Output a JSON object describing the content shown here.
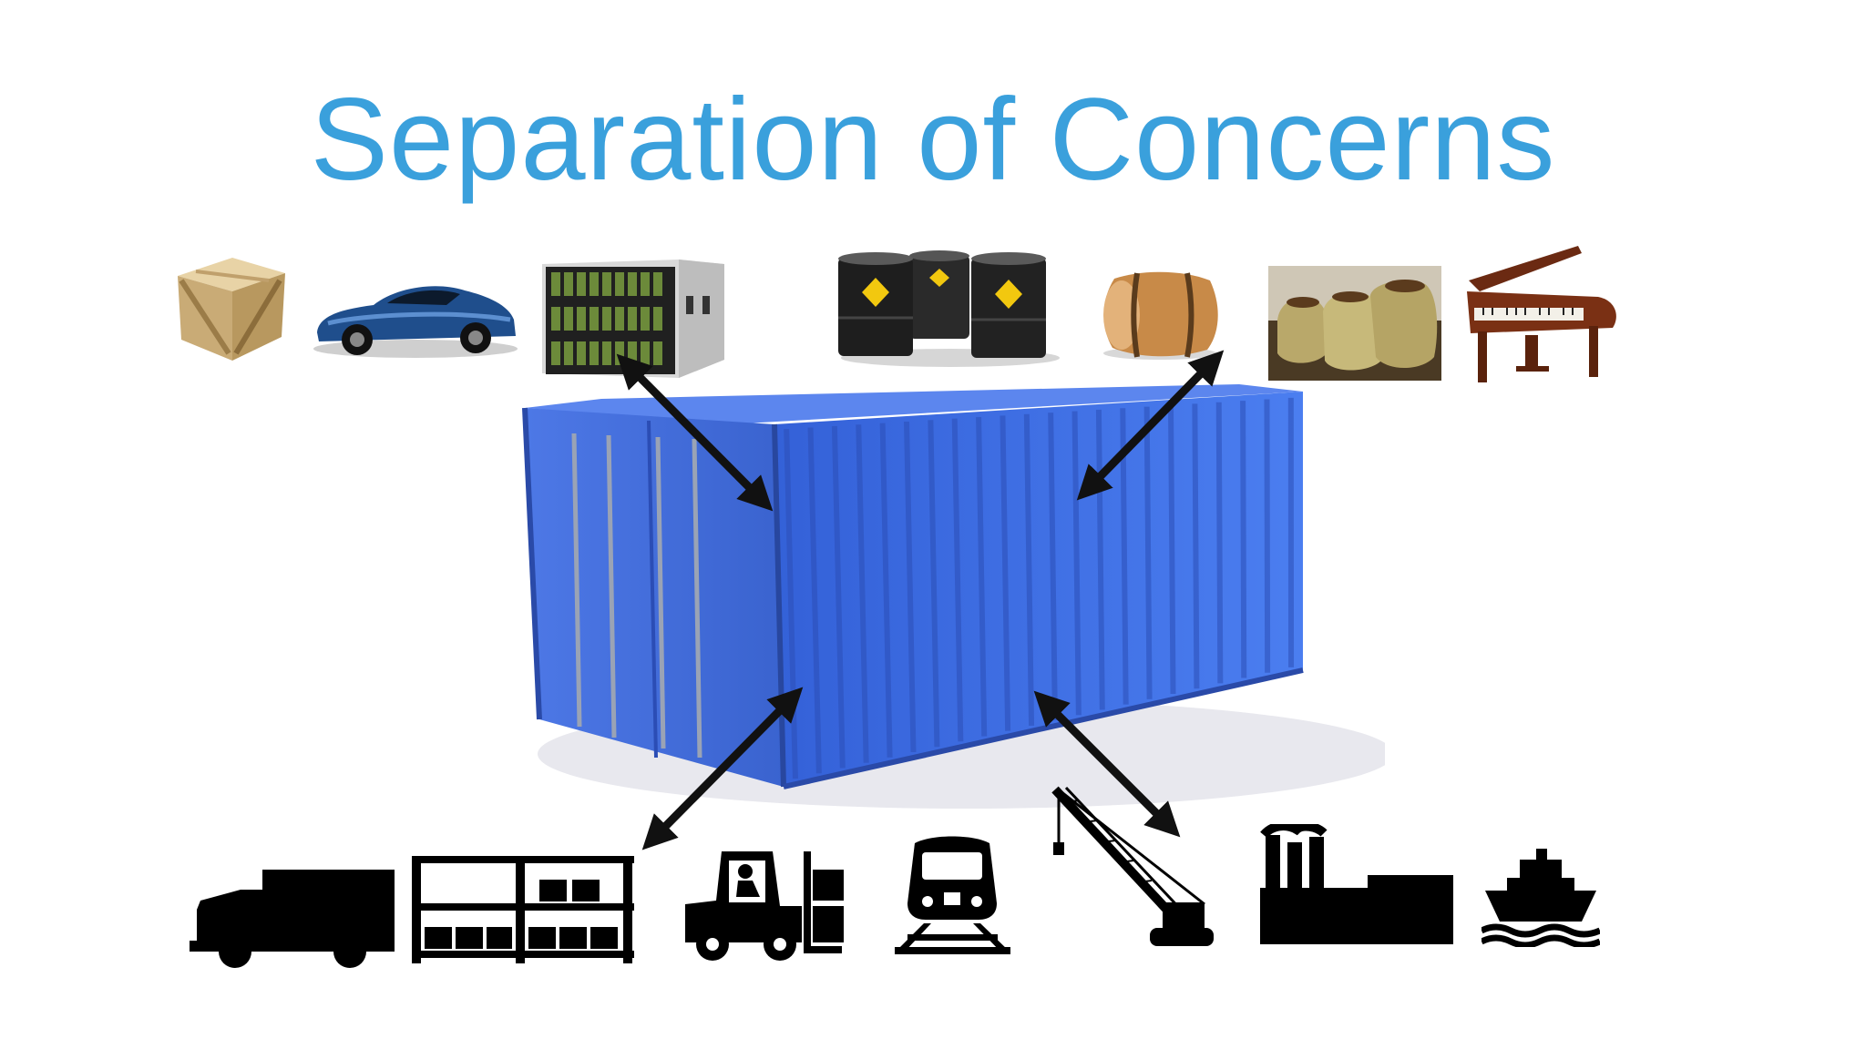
{
  "slide": {
    "title": "Separation of Concerns",
    "colors": {
      "title": "#3aa0dc",
      "container": "#3f6fe8",
      "container_dark": "#2f56c4",
      "arrow": "#111111",
      "icon": "#000000"
    }
  },
  "cargo_items": [
    "wooden-crate",
    "sports-car",
    "server-rack",
    "hazard-barrels",
    "wooden-barrel",
    "grain-sacks",
    "grand-piano"
  ],
  "transport_icons": [
    "truck-icon",
    "warehouse-rack-icon",
    "forklift-icon",
    "train-icon",
    "crane-icon",
    "factory-icon",
    "ship-icon"
  ]
}
